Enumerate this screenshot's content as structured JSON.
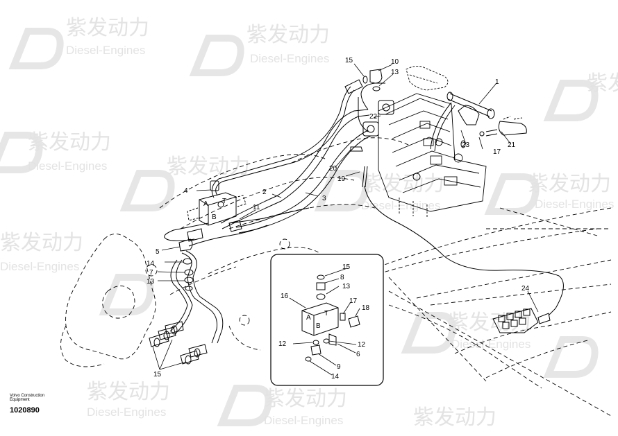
{
  "watermark": {
    "brand_cn": "紫发动力",
    "brand_en": "Diesel-Engines",
    "color": "#e3e3e3"
  },
  "footer": {
    "org_line1": "Volvo Construction",
    "org_line2": "Equipment",
    "part_number": "1020890"
  },
  "valve_labels": {
    "A": "A",
    "B": "B",
    "T": "T"
  },
  "callouts": {
    "c1": "1",
    "c2": "2",
    "c3": "3",
    "c4": "4",
    "c5": "5",
    "c6": "6",
    "c7": "7",
    "c8": "8",
    "c9": "9",
    "c10": "10",
    "c11": "11",
    "c12": "12",
    "c13": "13",
    "c14": "14",
    "c15": "15",
    "c16": "16",
    "c17": "17",
    "c18": "18",
    "c19": "19",
    "c20": "20",
    "c21": "21",
    "c22": "22",
    "c23": "23",
    "c24": "24"
  }
}
